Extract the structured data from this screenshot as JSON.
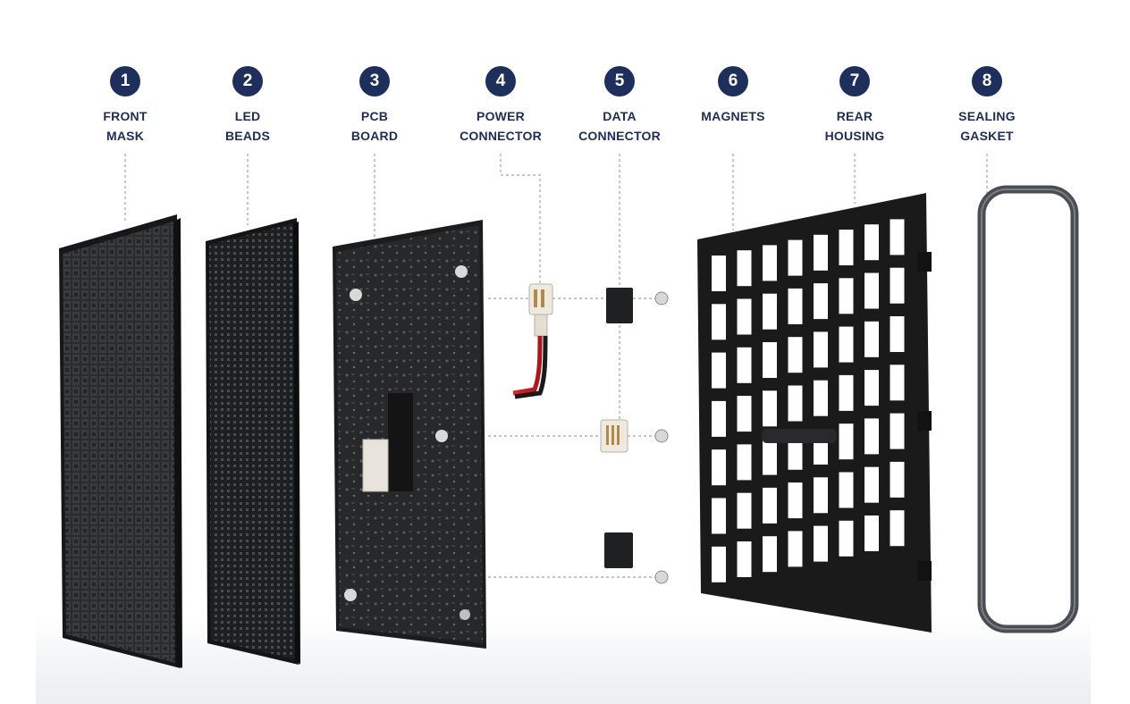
{
  "parts": [
    {
      "number": "1",
      "label": "FRONT\nMASK"
    },
    {
      "number": "2",
      "label": "LED\nBEADS"
    },
    {
      "number": "3",
      "label": "PCB\nBOARD"
    },
    {
      "number": "4",
      "label": "POWER\nCONNECTOR"
    },
    {
      "number": "5",
      "label": "DATA\nCONNECTOR"
    },
    {
      "number": "6",
      "label": "MAGNETS"
    },
    {
      "number": "7",
      "label": "REAR\nHOUSING"
    },
    {
      "number": "8",
      "label": "SEALING\nGASKET"
    }
  ],
  "colors": {
    "badge": "#1e2f5c",
    "label_text": "#1f2d55",
    "leader_line": "#9aa3ae",
    "panel_dark": "#1c1d1f",
    "pcb_dark": "#232426",
    "housing": "#1a1a1b",
    "connector_white": "#efe9df",
    "gasket": "#4a4d52",
    "wire_red": "#c81f25"
  },
  "icons": [
    "number-badge",
    "front-mask",
    "led-beads-panel",
    "pcb-board",
    "power-connector",
    "data-connector",
    "magnet",
    "rear-housing",
    "sealing-gasket"
  ]
}
